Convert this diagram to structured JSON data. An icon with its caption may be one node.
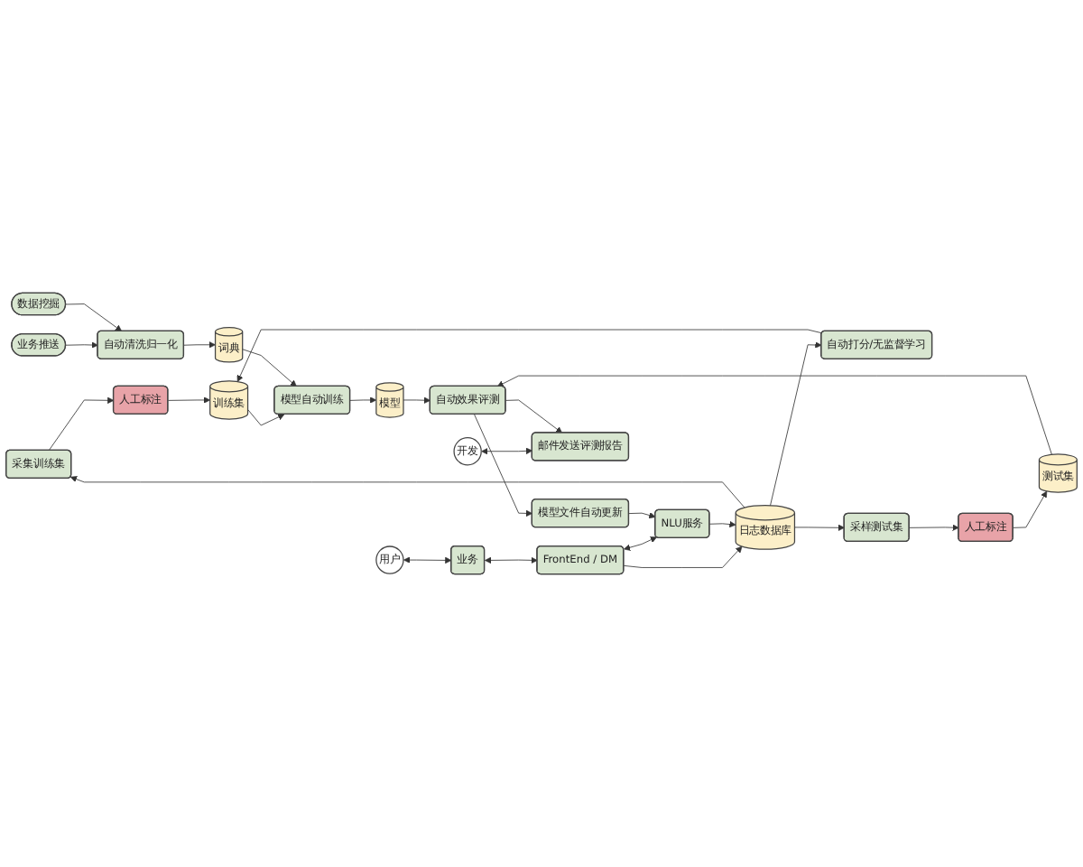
{
  "diagram": {
    "nodes": [
      {
        "text": [
          "采集训练集"
        ]
      },
      {
        "text": [
          "人工标注"
        ]
      },
      {
        "text": [
          "日志数据库"
        ]
      },
      {
        "text": [
          "自动打分/无监督学习"
        ]
      },
      {
        "text": [
          "用户"
        ]
      },
      {
        "text": [
          "业务"
        ]
      },
      {
        "text": [
          "FrontEnd / DM"
        ]
      },
      {
        "text": [
          "NLU服务"
        ]
      },
      {
        "text": [
          "采样测试集"
        ]
      },
      {
        "text": [
          "人工标注"
        ]
      },
      {
        "text": [
          "模型文件自动更新"
        ]
      },
      {
        "text": [
          "开发"
        ]
      },
      {
        "text": [
          "邮件发送评测报告"
        ]
      },
      {
        "text": [
          "自动效果评测"
        ]
      },
      {
        "text": [
          "测试集"
        ]
      },
      {
        "text": [
          "训练集"
        ]
      },
      {
        "text": [
          "模型"
        ]
      },
      {
        "text": [
          "模型自动训练"
        ]
      },
      {
        "text": [
          "词典"
        ]
      },
      {
        "text": [
          "业务推送"
        ]
      },
      {
        "text": [
          "自动清洗归一化"
        ]
      },
      {
        "text": [
          "数据挖掘"
        ]
      }
    ],
    "edges": [
      {
        "from": 2,
        "to": 0,
        "arrow": "to"
      },
      {
        "from": 0,
        "to": 1,
        "arrow": "to"
      },
      {
        "from": 2,
        "to": 3,
        "arrow": "to"
      },
      {
        "from": 6,
        "to": 2,
        "arrow": "to"
      },
      {
        "from": 7,
        "to": 2,
        "arrow": "to"
      },
      {
        "from": 4,
        "to": 5,
        "arrow": "both"
      },
      {
        "from": 5,
        "to": 6,
        "arrow": "both"
      },
      {
        "from": 6,
        "to": 7,
        "arrow": "both"
      },
      {
        "from": 2,
        "to": 8,
        "arrow": "to"
      },
      {
        "from": 8,
        "to": 9,
        "arrow": "to"
      },
      {
        "from": 1,
        "to": 15,
        "arrow": "to"
      },
      {
        "from": 3,
        "to": 15,
        "arrow": "to"
      },
      {
        "from": 9,
        "to": 14,
        "arrow": "to"
      },
      {
        "from": 10,
        "to": 7,
        "arrow": "to"
      },
      {
        "from": 13,
        "to": 10,
        "arrow": "to"
      },
      {
        "from": 11,
        "to": 12,
        "arrow": "both"
      },
      {
        "from": 13,
        "to": 12,
        "arrow": "to"
      },
      {
        "from": 14,
        "to": 13,
        "arrow": "to"
      },
      {
        "from": 16,
        "to": 13,
        "arrow": "to"
      },
      {
        "from": 15,
        "to": 17,
        "arrow": "to"
      },
      {
        "from": 18,
        "to": 17,
        "arrow": "to"
      },
      {
        "from": 17,
        "to": 16,
        "arrow": "to"
      },
      {
        "from": 20,
        "to": 18,
        "arrow": "to"
      },
      {
        "from": 19,
        "to": 20,
        "arrow": "to"
      },
      {
        "from": 21,
        "to": 20,
        "arrow": "to"
      }
    ]
  }
}
